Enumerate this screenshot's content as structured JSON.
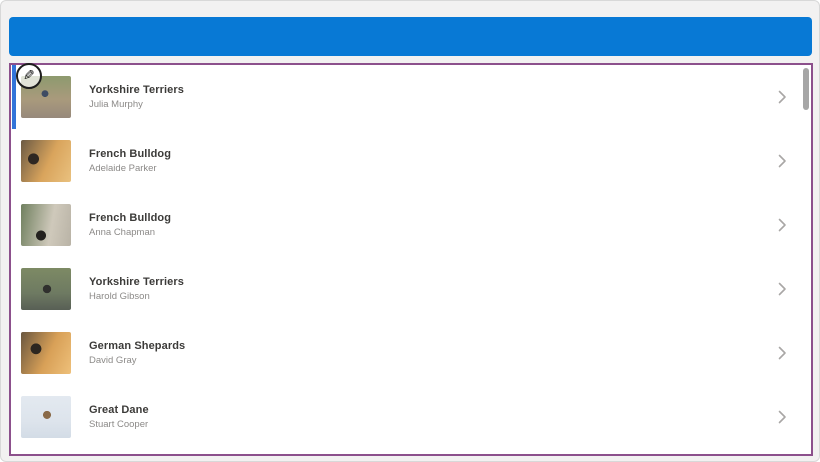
{
  "header": {
    "label": ""
  },
  "colors": {
    "header_bg": "#0879d5",
    "gallery_selection_border": "#8c508c",
    "selected_item_bar": "#3274d9",
    "page_bg": "#f2f1f1",
    "title_text": "#3c3b39",
    "subtitle_text": "#8c8a88"
  },
  "icons": {
    "edit_pencil": "✎",
    "chevron": "›"
  },
  "gallery": {
    "items": [
      {
        "title": "Yorkshire Terriers",
        "subtitle": "Julia Murphy",
        "selected": true
      },
      {
        "title": "French Bulldog",
        "subtitle": "Adelaide Parker",
        "selected": false
      },
      {
        "title": "French Bulldog",
        "subtitle": "Anna Chapman",
        "selected": false
      },
      {
        "title": "Yorkshire Terriers",
        "subtitle": "Harold Gibson",
        "selected": false
      },
      {
        "title": "German Shepards",
        "subtitle": "David Gray",
        "selected": false
      },
      {
        "title": "Great Dane",
        "subtitle": "Stuart Cooper",
        "selected": false
      }
    ]
  }
}
